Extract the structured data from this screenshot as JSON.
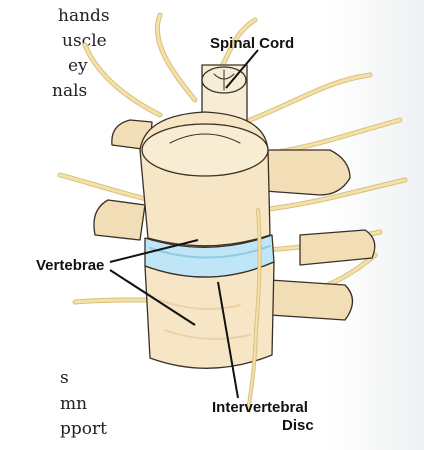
{
  "body_text_fragments": [
    "hands",
    "uscle",
    "ey",
    "nals",
    "s",
    "mn",
    "pport"
  ],
  "labels": {
    "spinal_cord": "Spinal Cord",
    "vertebrae": "Vertebrae",
    "disc_line1": "Intervertebral",
    "disc_line2": "Disc"
  },
  "colors": {
    "bone": "#f6e6c6",
    "bone_shade": "#ead2a6",
    "nerve": "#f3e1a8",
    "disc": "#bfe6f6",
    "outline": "#3a2f25"
  }
}
